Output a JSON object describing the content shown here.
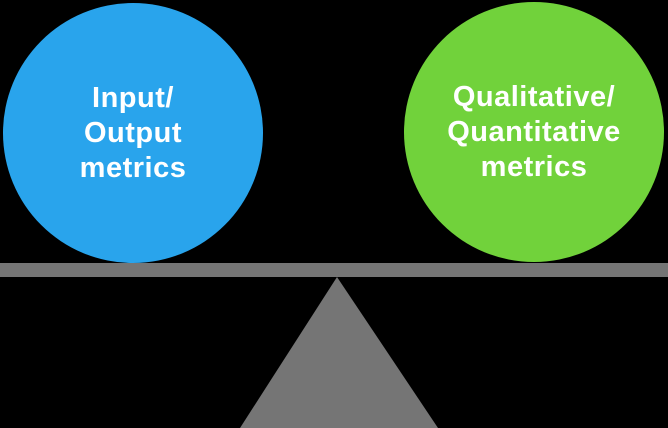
{
  "background_color": "#000000",
  "diagram": {
    "type": "balance-scale",
    "circles": [
      {
        "id": "input-output",
        "lines": [
          "Input/",
          "Output",
          "metrics"
        ],
        "color": "#29A4EC",
        "text_color": "#FFFFFF"
      },
      {
        "id": "qualitative-quantitative",
        "lines": [
          "Qualitative/",
          "Quantitative",
          "metrics"
        ],
        "color": "#71D23B",
        "text_color": "#FFFFFF"
      }
    ],
    "beam": {
      "color": "#757575"
    },
    "fulcrum": {
      "color": "#757575"
    }
  }
}
